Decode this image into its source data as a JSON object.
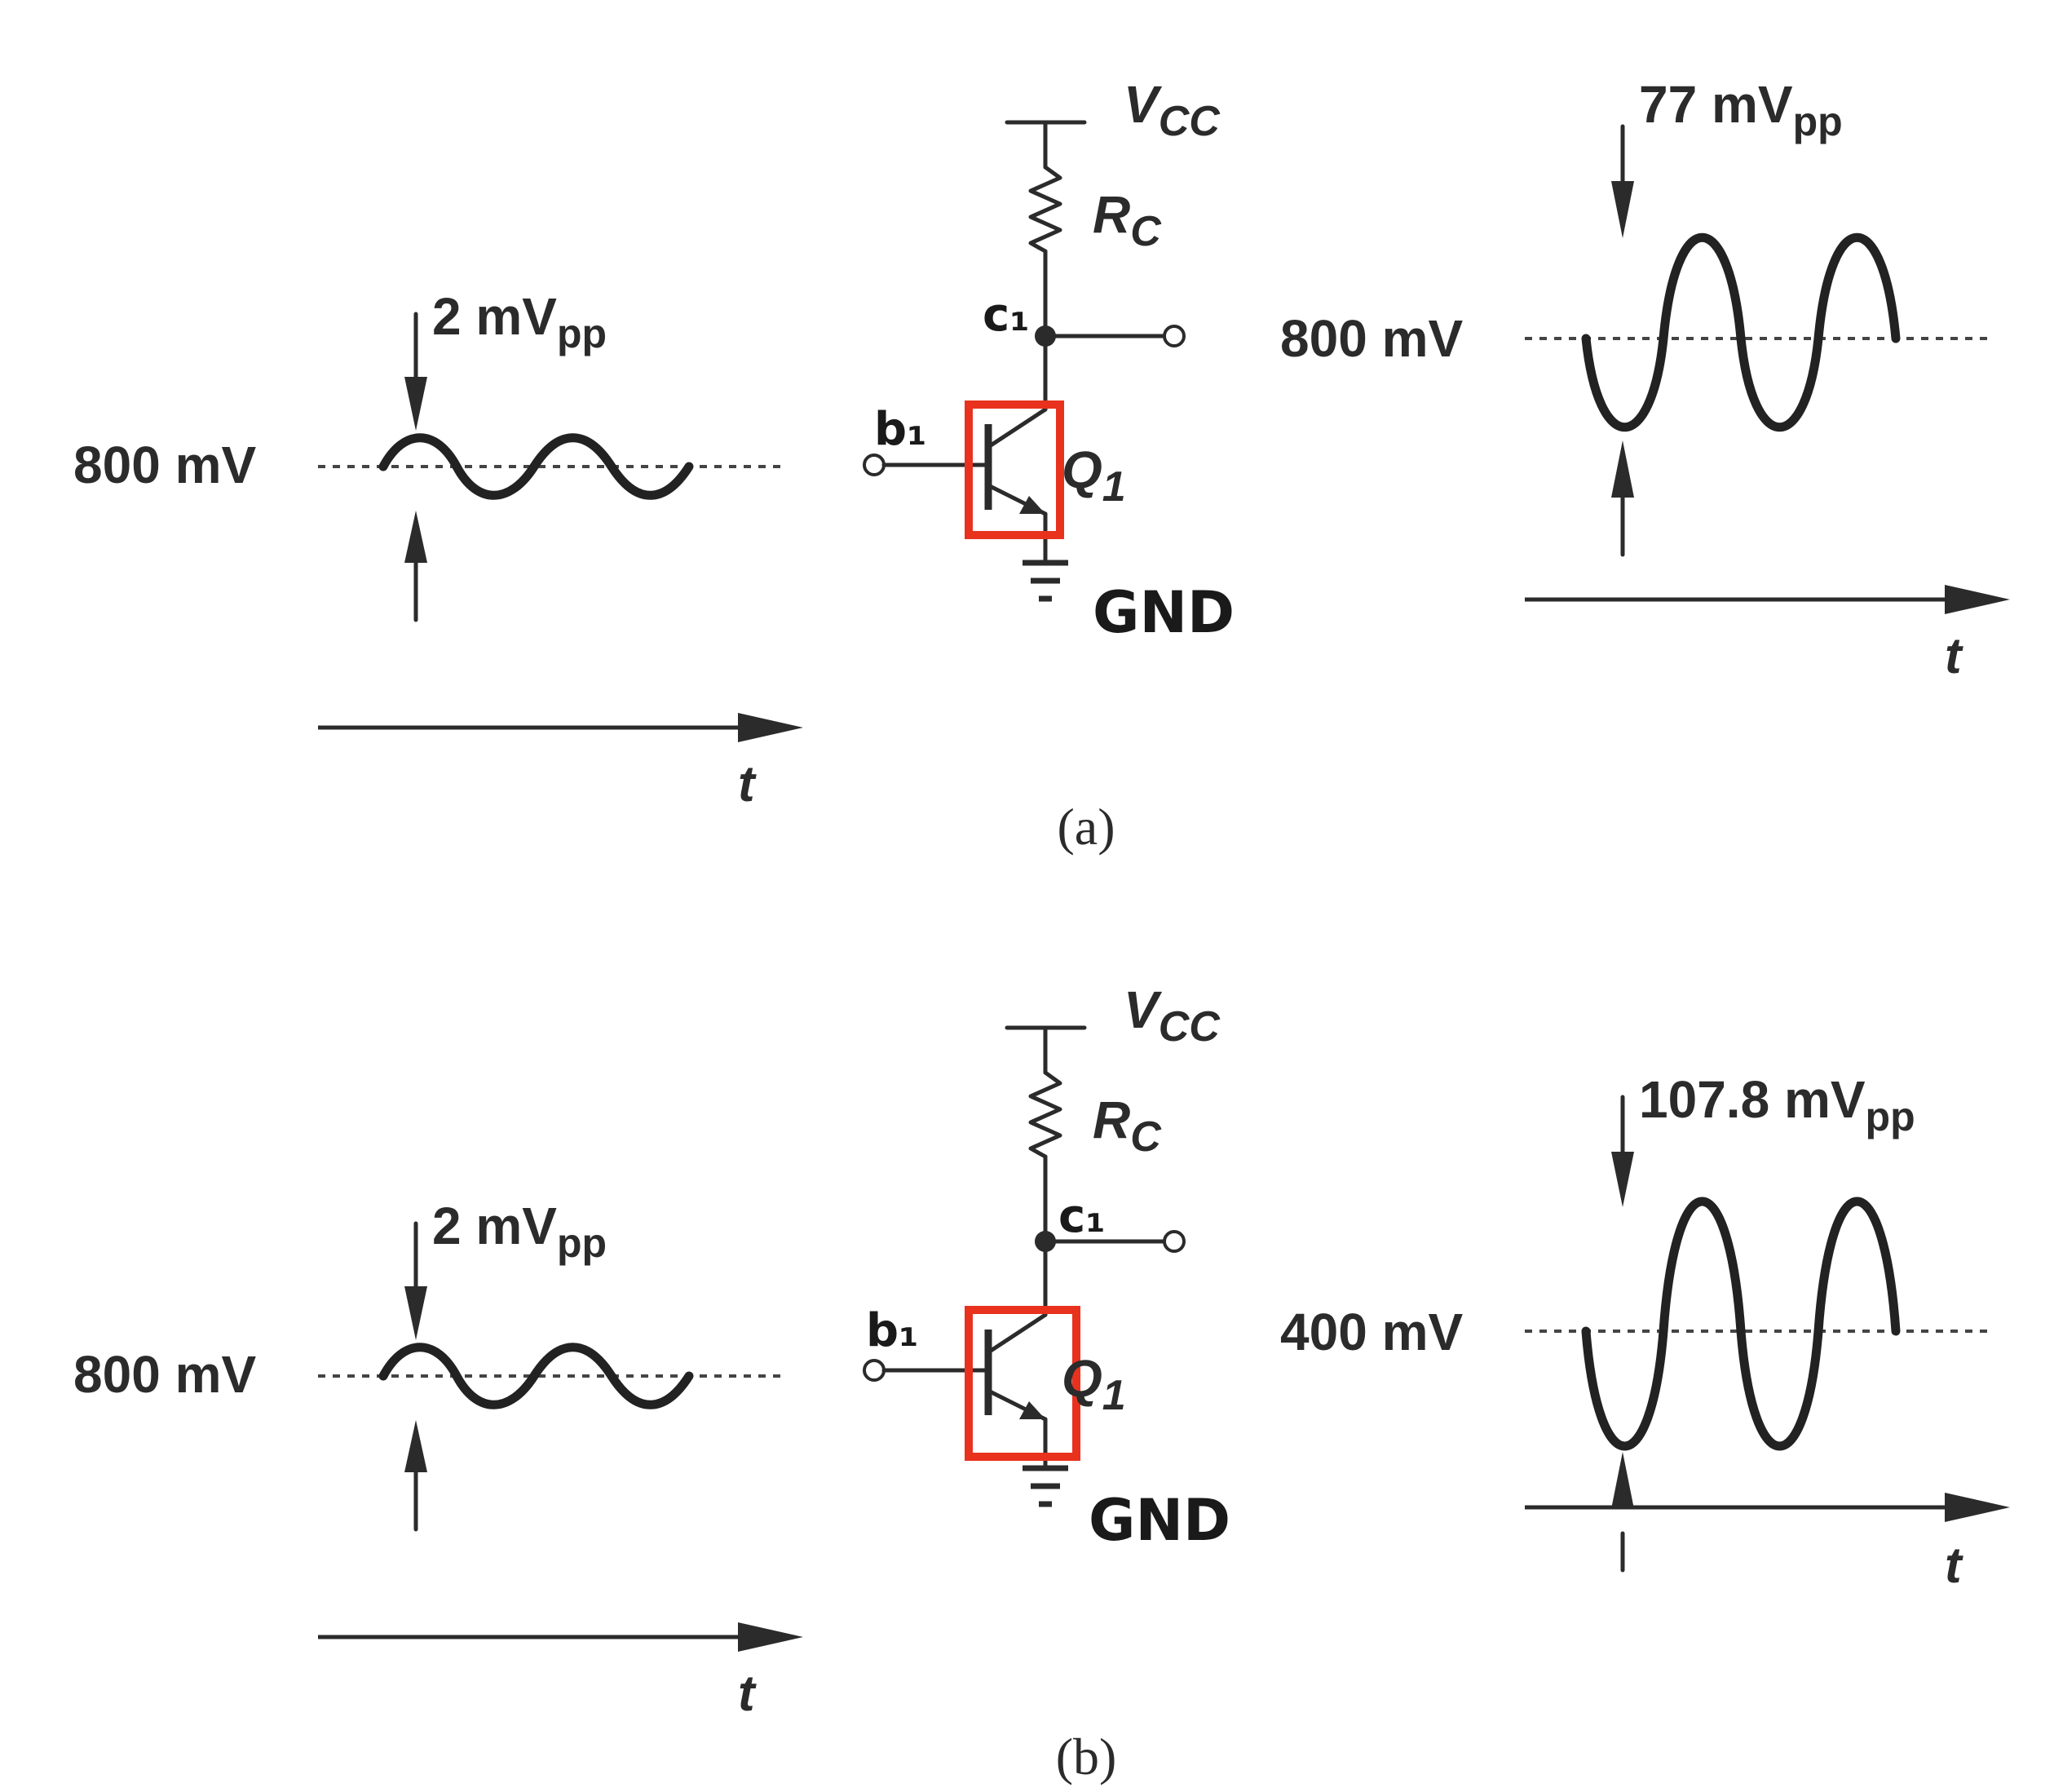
{
  "colors": {
    "highlight": "#e8321e",
    "ink": "#2b2b2b"
  },
  "panel_a": {
    "input_amplitude": "2 mV",
    "input_amplitude_sub": "pp",
    "input_dc": "800 mV",
    "input_axis": "t",
    "vcc": "V",
    "vcc_sub": "CC",
    "rc": "R",
    "rc_sub": "C",
    "collector_node": "c₁",
    "base_node": "b₁",
    "transistor": "Q",
    "transistor_sub": "1",
    "ground": "GND",
    "output_amplitude": "77 mV",
    "output_amplitude_sub": "pp",
    "output_dc": "800 mV",
    "output_axis": "t",
    "caption": "(a)"
  },
  "panel_b": {
    "input_amplitude": "2 mV",
    "input_amplitude_sub": "pp",
    "input_dc": "800 mV",
    "input_axis": "t",
    "vcc": "V",
    "vcc_sub": "CC",
    "rc": "R",
    "rc_sub": "C",
    "collector_node": "c₁",
    "base_node": "b₁",
    "transistor": "Q",
    "transistor_sub": "1",
    "ground": "GND",
    "output_amplitude": "107.8 mV",
    "output_amplitude_sub": "pp",
    "output_dc": "400 mV",
    "output_axis": "t",
    "caption": "(b)"
  }
}
